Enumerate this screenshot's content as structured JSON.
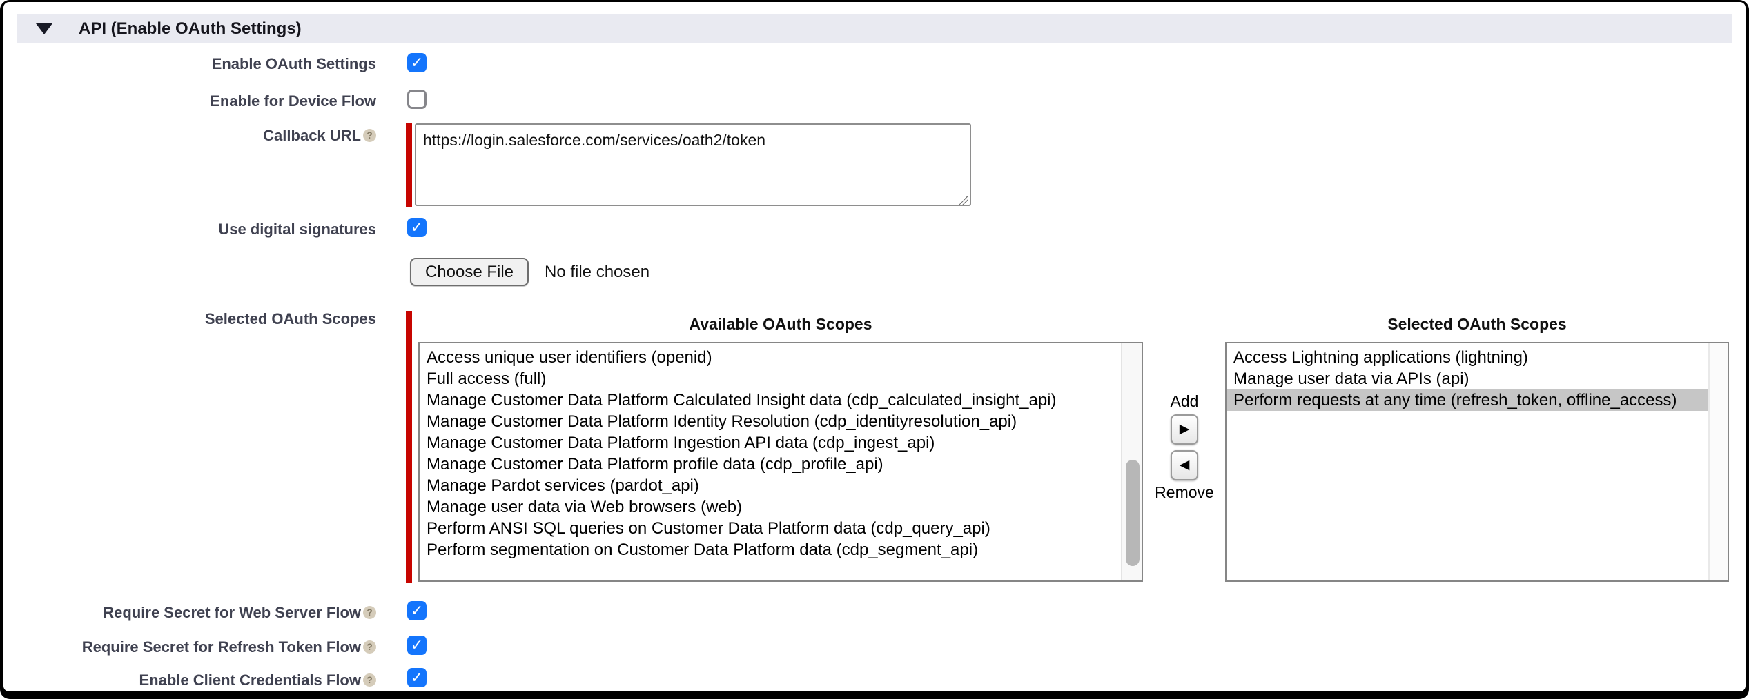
{
  "header": {
    "title": "API (Enable OAuth Settings)"
  },
  "icons": {
    "collapse": "down-triangle",
    "help": "?",
    "add_arrow": "▶",
    "remove_arrow": "◀"
  },
  "fields": {
    "enable_oauth": {
      "label": "Enable OAuth Settings",
      "checked": true
    },
    "device_flow": {
      "label": "Enable for Device Flow",
      "checked": false
    },
    "callback_url": {
      "label": "Callback URL",
      "value": "https://login.salesforce.com/services/oath2/token"
    },
    "digital_signatures": {
      "label": "Use digital signatures",
      "checked": true
    },
    "certificate_upload": {
      "button_label": "Choose File",
      "status_text": "No file chosen"
    },
    "oauth_scopes": {
      "label": "Selected OAuth Scopes",
      "available_header": "Available OAuth Scopes",
      "selected_header": "Selected OAuth Scopes",
      "add_label": "Add",
      "remove_label": "Remove",
      "available_items": [
        "Access unique user identifiers (openid)",
        "Full access (full)",
        "Manage Customer Data Platform Calculated Insight data (cdp_calculated_insight_api)",
        "Manage Customer Data Platform Identity Resolution (cdp_identityresolution_api)",
        "Manage Customer Data Platform Ingestion API data (cdp_ingest_api)",
        "Manage Customer Data Platform profile data (cdp_profile_api)",
        "Manage Pardot services (pardot_api)",
        "Manage user data via Web browsers (web)",
        "Perform ANSI SQL queries on Customer Data Platform data (cdp_query_api)",
        "Perform segmentation on Customer Data Platform data (cdp_segment_api)"
      ],
      "selected_items": [
        {
          "label": "Access Lightning applications (lightning)",
          "selected": false
        },
        {
          "label": "Manage user data via APIs (api)",
          "selected": false
        },
        {
          "label": "Perform requests at any time (refresh_token, offline_access)",
          "selected": true
        }
      ]
    },
    "require_secret_web_server": {
      "label": "Require Secret for Web Server Flow",
      "checked": true
    },
    "require_secret_refresh_token": {
      "label": "Require Secret for Refresh Token Flow",
      "checked": true
    },
    "client_credentials": {
      "label": "Enable Client Credentials Flow",
      "checked": true
    }
  },
  "colors": {
    "checkbox_blue": "#1475fc",
    "required_red": "#c70500",
    "header_bg": "#e9eaf1",
    "selection_gray": "#c6c6c6"
  }
}
